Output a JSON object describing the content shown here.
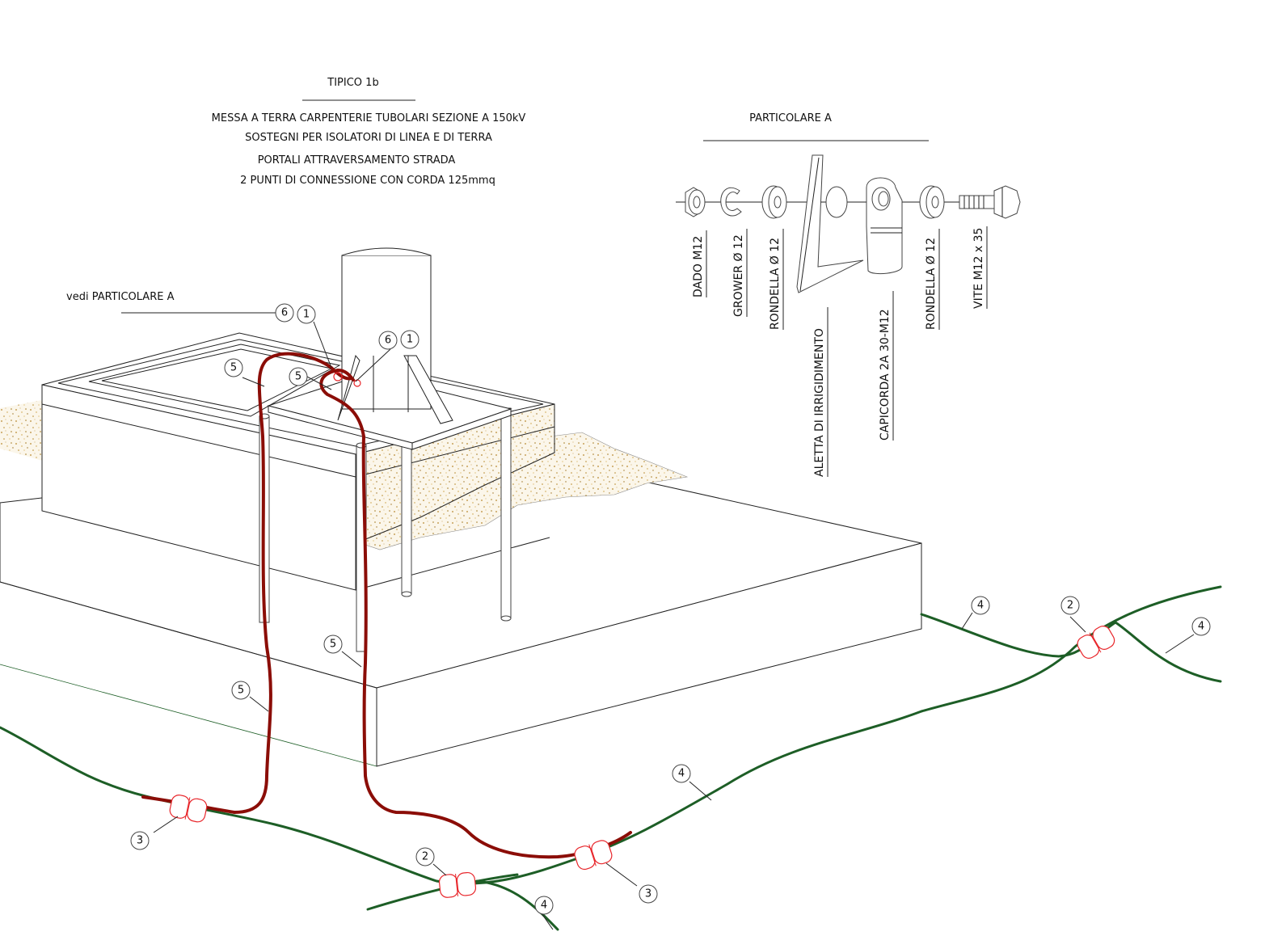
{
  "title": {
    "code": "TIPICO 1b",
    "line1": "MESSA A TERRA CARPENTERIE TUBOLARI SEZIONE A 150kV",
    "line2": "SOSTEGNI PER ISOLATORI DI LINEA E DI TERRA",
    "line3": "PORTALI ATTRAVERSAMENTO STRADA",
    "line4": "2 PUNTI DI CONNESSIONE CON CORDA 125mmq"
  },
  "detail": {
    "title": "PARTICOLARE   A",
    "reference": "vedi PARTICOLARE   A",
    "parts": [
      "DADO M12",
      "GROWER Ø 12",
      "RONDELLA Ø 12",
      "ALETTA DI IRRIGIDIMENTO",
      "CAPICORDA 2A 30-M12",
      "RONDELLA Ø 12",
      "VITE M12 x 35"
    ]
  },
  "callouts": {
    "c6a": "6",
    "c1a": "1",
    "c6b": "6",
    "c1b": "1",
    "c5a": "5",
    "c5b": "5",
    "c5c": "5",
    "c5d": "5",
    "c4a": "4",
    "c4b": "4",
    "c4c": "4",
    "c4d": "4",
    "c2a": "2",
    "c2b": "2",
    "c3a": "3",
    "c3b": "3"
  },
  "colors": {
    "earth_rod_cable": "#8b0d07",
    "earth_grid_cable": "#1d5e26",
    "clamp": "#e8262b",
    "gravel": "#c9a56a"
  }
}
